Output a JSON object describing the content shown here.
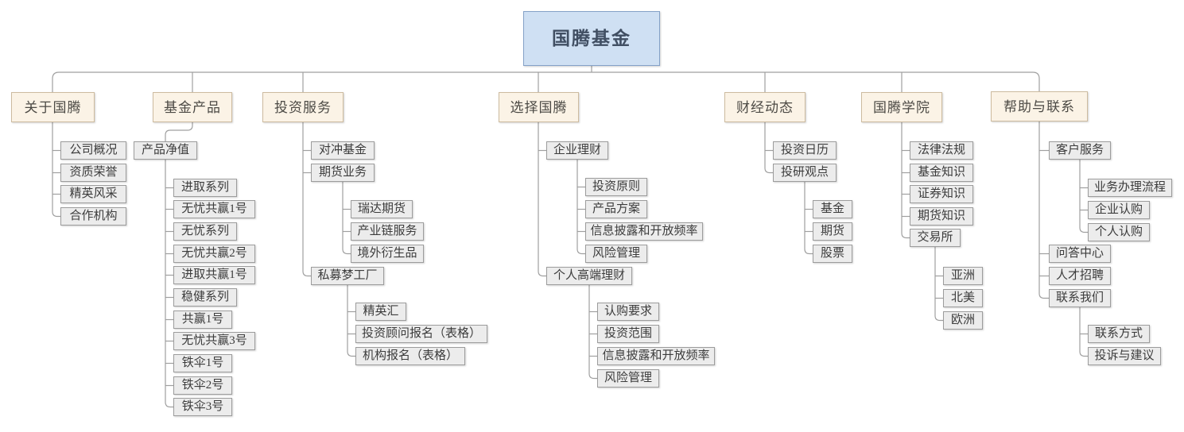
{
  "diagram": {
    "type": "sitemap-tree",
    "colors": {
      "root_fill": "#cfe0f3",
      "root_border": "#84a1c7",
      "section_fill": "#fbf3e6",
      "section_border": "#cdbb9f",
      "node_fill": "#ececec",
      "node_border": "#9c9c9c",
      "connector": "#9f9f9f"
    },
    "root": {
      "label": "国腾基金"
    },
    "branches": [
      {
        "label": "关于国腾",
        "children": [
          {
            "label": "公司概况"
          },
          {
            "label": "资质荣誉"
          },
          {
            "label": "精英风采"
          },
          {
            "label": "合作机构"
          }
        ]
      },
      {
        "label": "基金产品",
        "children": [
          {
            "label": "产品净值",
            "children": [
              {
                "label": "进取系列"
              },
              {
                "label": "无忧共赢1号"
              },
              {
                "label": "无忧系列"
              },
              {
                "label": "无忧共赢2号"
              },
              {
                "label": "进取共赢1号"
              },
              {
                "label": "稳健系列"
              },
              {
                "label": "共赢1号"
              },
              {
                "label": "无忧共赢3号"
              },
              {
                "label": "铁伞1号"
              },
              {
                "label": "铁伞2号"
              },
              {
                "label": "铁伞3号"
              }
            ]
          }
        ]
      },
      {
        "label": "投资服务",
        "children": [
          {
            "label": "对冲基金"
          },
          {
            "label": "期货业务",
            "children": [
              {
                "label": "瑞达期货"
              },
              {
                "label": "产业链服务"
              },
              {
                "label": "境外衍生品"
              }
            ]
          },
          {
            "label": "私募梦工厂",
            "children": [
              {
                "label": "精英汇"
              },
              {
                "label": "投资顾问报名（表格）"
              },
              {
                "label": "机构报名（表格）"
              }
            ]
          }
        ]
      },
      {
        "label": "选择国腾",
        "children": [
          {
            "label": "企业理财",
            "children": [
              {
                "label": "投资原则"
              },
              {
                "label": "产品方案"
              },
              {
                "label": "信息披露和开放频率"
              },
              {
                "label": "风险管理"
              }
            ]
          },
          {
            "label": "个人高端理财",
            "children": [
              {
                "label": "认购要求"
              },
              {
                "label": "投资范围"
              },
              {
                "label": "信息披露和开放频率"
              },
              {
                "label": "风险管理"
              }
            ]
          }
        ]
      },
      {
        "label": "财经动态",
        "children": [
          {
            "label": "投资日历"
          },
          {
            "label": "投研观点",
            "children": [
              {
                "label": "基金"
              },
              {
                "label": "期货"
              },
              {
                "label": "股票"
              }
            ]
          }
        ]
      },
      {
        "label": "国腾学院",
        "children": [
          {
            "label": "法律法规"
          },
          {
            "label": "基金知识"
          },
          {
            "label": "证券知识"
          },
          {
            "label": "期货知识"
          },
          {
            "label": "交易所",
            "children": [
              {
                "label": "亚洲"
              },
              {
                "label": "北美"
              },
              {
                "label": "欧洲"
              }
            ]
          }
        ]
      },
      {
        "label": "帮助与联系",
        "children": [
          {
            "label": "客户服务",
            "children": [
              {
                "label": "业务办理流程"
              },
              {
                "label": "企业认购"
              },
              {
                "label": "个人认购"
              }
            ]
          },
          {
            "label": "问答中心"
          },
          {
            "label": "人才招聘"
          },
          {
            "label": "联系我们",
            "children": [
              {
                "label": "联系方式"
              },
              {
                "label": "投诉与建议"
              }
            ]
          }
        ]
      }
    ]
  }
}
